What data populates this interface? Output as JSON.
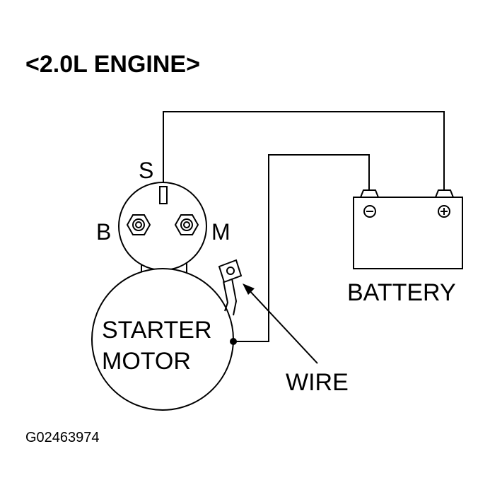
{
  "title": "<2.0L ENGINE>",
  "terminals": {
    "s": "S",
    "b": "B",
    "m": "M"
  },
  "starter_motor": {
    "line1": "STARTER",
    "line2": "MOTOR"
  },
  "battery": {
    "label": "BATTERY",
    "negative_symbol": "⊖",
    "positive_symbol": "⊕"
  },
  "wire_label": "WIRE",
  "figure_code": "G02463974"
}
